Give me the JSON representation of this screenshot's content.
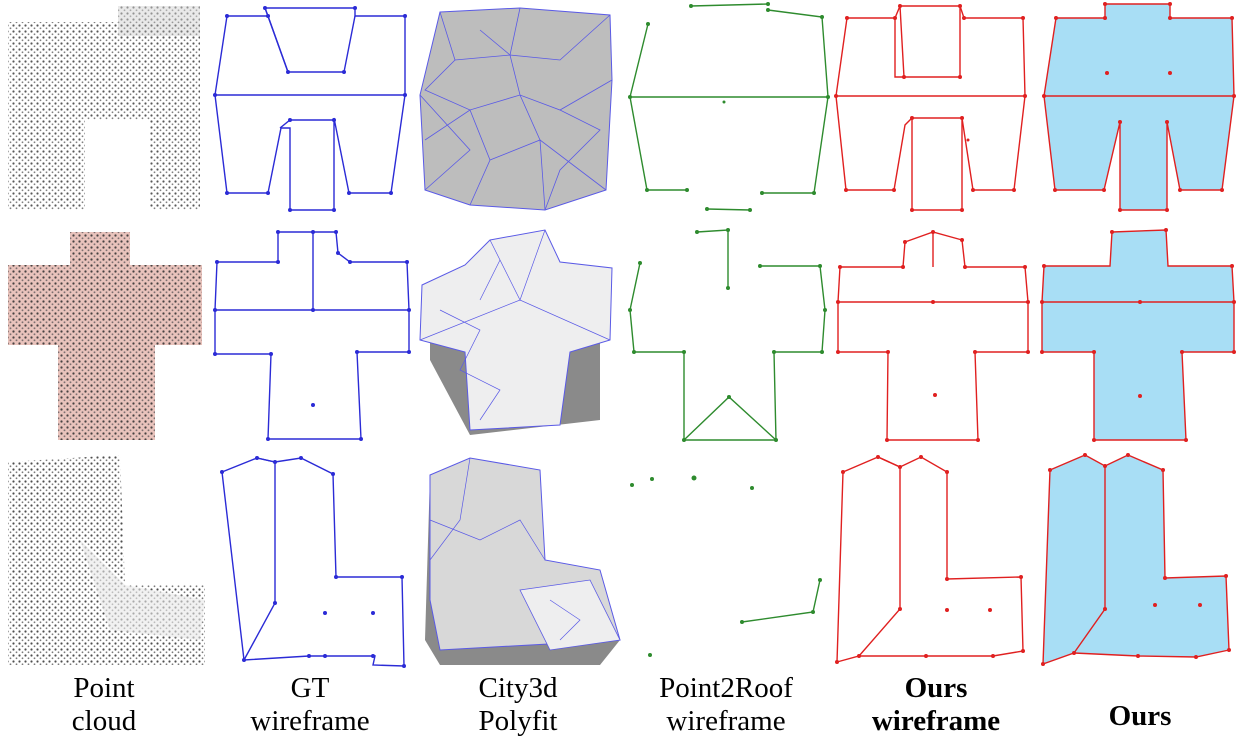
{
  "columns": [
    {
      "line1": "Point",
      "line2": "cloud",
      "bold": false
    },
    {
      "line1": "GT",
      "line2": "wireframe",
      "bold": false
    },
    {
      "line1": "City3d",
      "line2": "Polyfit",
      "bold": false
    },
    {
      "line1": "Point2Roof",
      "line2": "wireframe",
      "bold": false
    },
    {
      "line1": "Ours",
      "line2": "wireframe",
      "bold": true
    },
    {
      "line1": "Ours",
      "line2": "",
      "bold": true
    }
  ],
  "colors": {
    "gt": "#2b2bd6",
    "polyfit_edge": "#5a5ae6",
    "polyfit_fill": "#bdbdbd",
    "polyfit_light": "#eeeeef",
    "point2roof": "#2e8b2e",
    "ours": "#e02020",
    "ours_fill": "#a8def5",
    "point_dark": "#2a2a2a",
    "point_pink": "#d9a59e"
  },
  "icons": {
    "figure": "comparison-figure"
  }
}
